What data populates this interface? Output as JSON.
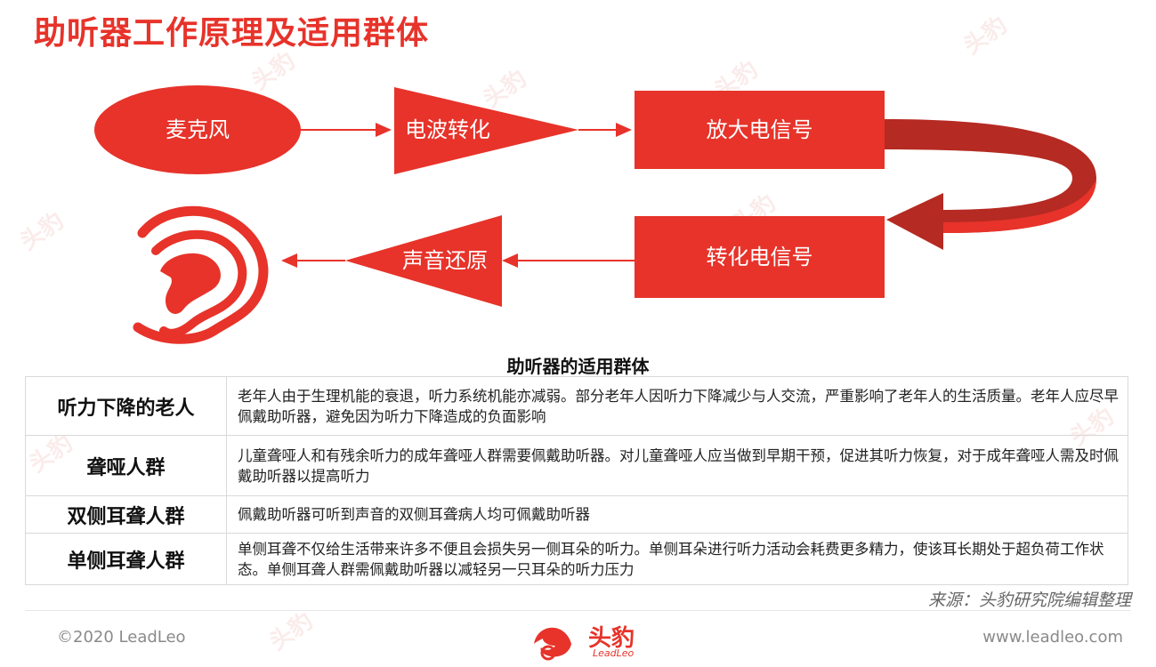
{
  "title": "助听器工作原理及适用群体",
  "flow": {
    "microphone": "麦克风",
    "wave_convert": "电波转化",
    "amplify": "放大电信号",
    "convert_signal": "转化电信号",
    "sound_restore": "声音还原",
    "accent_color": "#e7332a",
    "dark_color": "#b52a22"
  },
  "table": {
    "title": "助听器的适用群体",
    "rows": [
      {
        "name": "听力下降的老人",
        "desc": "老年人由于生理机能的衰退，听力系统机能亦减弱。部分老年人因听力下降减少与人交流，严重影响了老年人的生活质量。老年人应尽早佩戴助听器，避免因为听力下降造成的负面影响"
      },
      {
        "name": "聋哑人群",
        "desc": "儿童聋哑人和有残余听力的成年聋哑人群需要佩戴助听器。对儿童聋哑人应当做到早期干预，促进其听力恢复，对于成年聋哑人需及时佩戴助听器以提高听力"
      },
      {
        "name": "双侧耳聋人群",
        "desc": "佩戴助听器可听到声音的双侧耳聋病人均可佩戴助听器"
      },
      {
        "name": "单侧耳聋人群",
        "desc": "单侧耳聋不仅给生活带来许多不便且会损失另一侧耳朵的听力。单侧耳朵进行听力活动会耗费更多精力，使该耳长期处于超负荷工作状态。单侧耳聋人群需佩戴助听器以减轻另一只耳朵的听力压力"
      }
    ]
  },
  "source": "来源：头豹研究院编辑整理",
  "footer": {
    "copyright": "©2020 LeadLeo",
    "website": "www.leadleo.com",
    "logo_text": "头豹",
    "logo_sub": "LeadLeo"
  },
  "watermark": "头豹"
}
